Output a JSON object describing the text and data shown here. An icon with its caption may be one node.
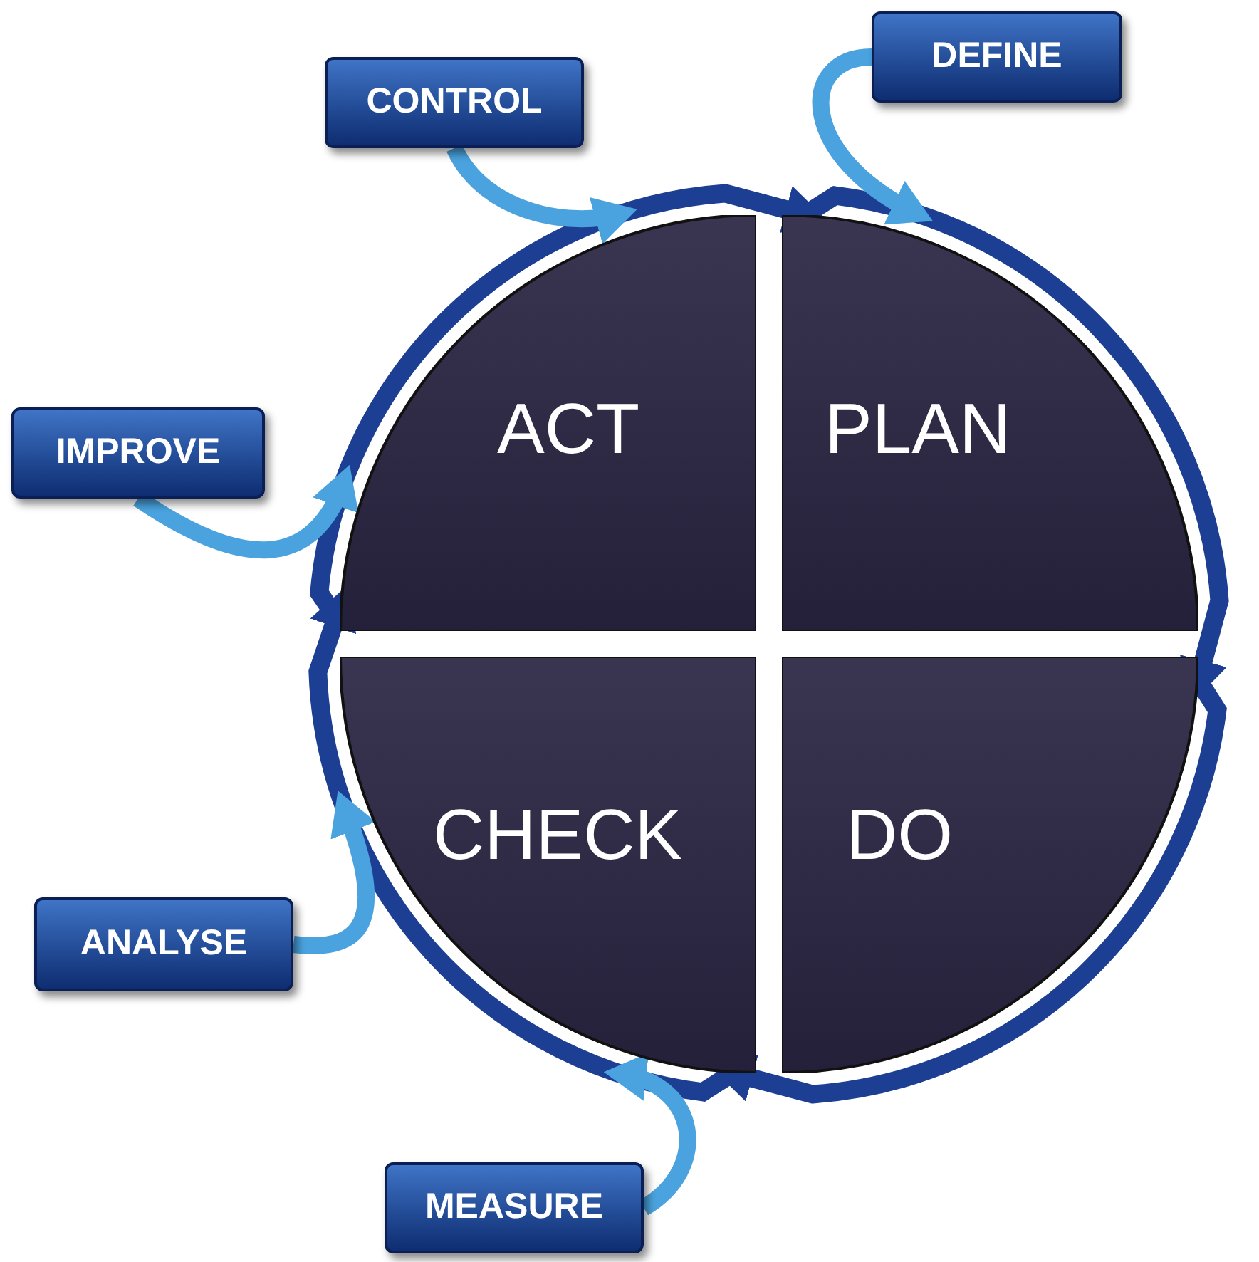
{
  "diagram": {
    "nodes": [
      {
        "text": [
          "CONTROL"
        ]
      },
      {
        "text": [
          "DEFINE"
        ]
      },
      {
        "text": [
          "IMPROVE"
        ]
      },
      {
        "text": [
          "ACT"
        ]
      },
      {
        "text": [
          "PLAN"
        ]
      },
      {
        "text": [
          "ANALYSE"
        ]
      },
      {
        "text": [
          "CHECK"
        ]
      },
      {
        "text": [
          "DO"
        ]
      },
      {
        "text": [
          "MEASURE"
        ]
      }
    ],
    "edges": [
      {
        "from": 3,
        "to": 4,
        "arrow": "to",
        "color": "#1c3f94"
      },
      {
        "from": 4,
        "to": 7,
        "arrow": "to",
        "color": "#1c3f94"
      },
      {
        "from": 7,
        "to": 6,
        "arrow": "to",
        "color": "#1c3f94"
      },
      {
        "from": 6,
        "to": 3,
        "arrow": "to",
        "color": "#1c3f94"
      },
      {
        "from": 1,
        "to": 4,
        "arrow": "to"
      },
      {
        "from": 0,
        "to": 3,
        "arrow": "to"
      },
      {
        "from": 2,
        "to": 3,
        "arrow": "to"
      },
      {
        "from": 5,
        "to": 6,
        "arrow": "to"
      },
      {
        "from": 8,
        "to": 6,
        "arrow": "to"
      }
    ]
  }
}
